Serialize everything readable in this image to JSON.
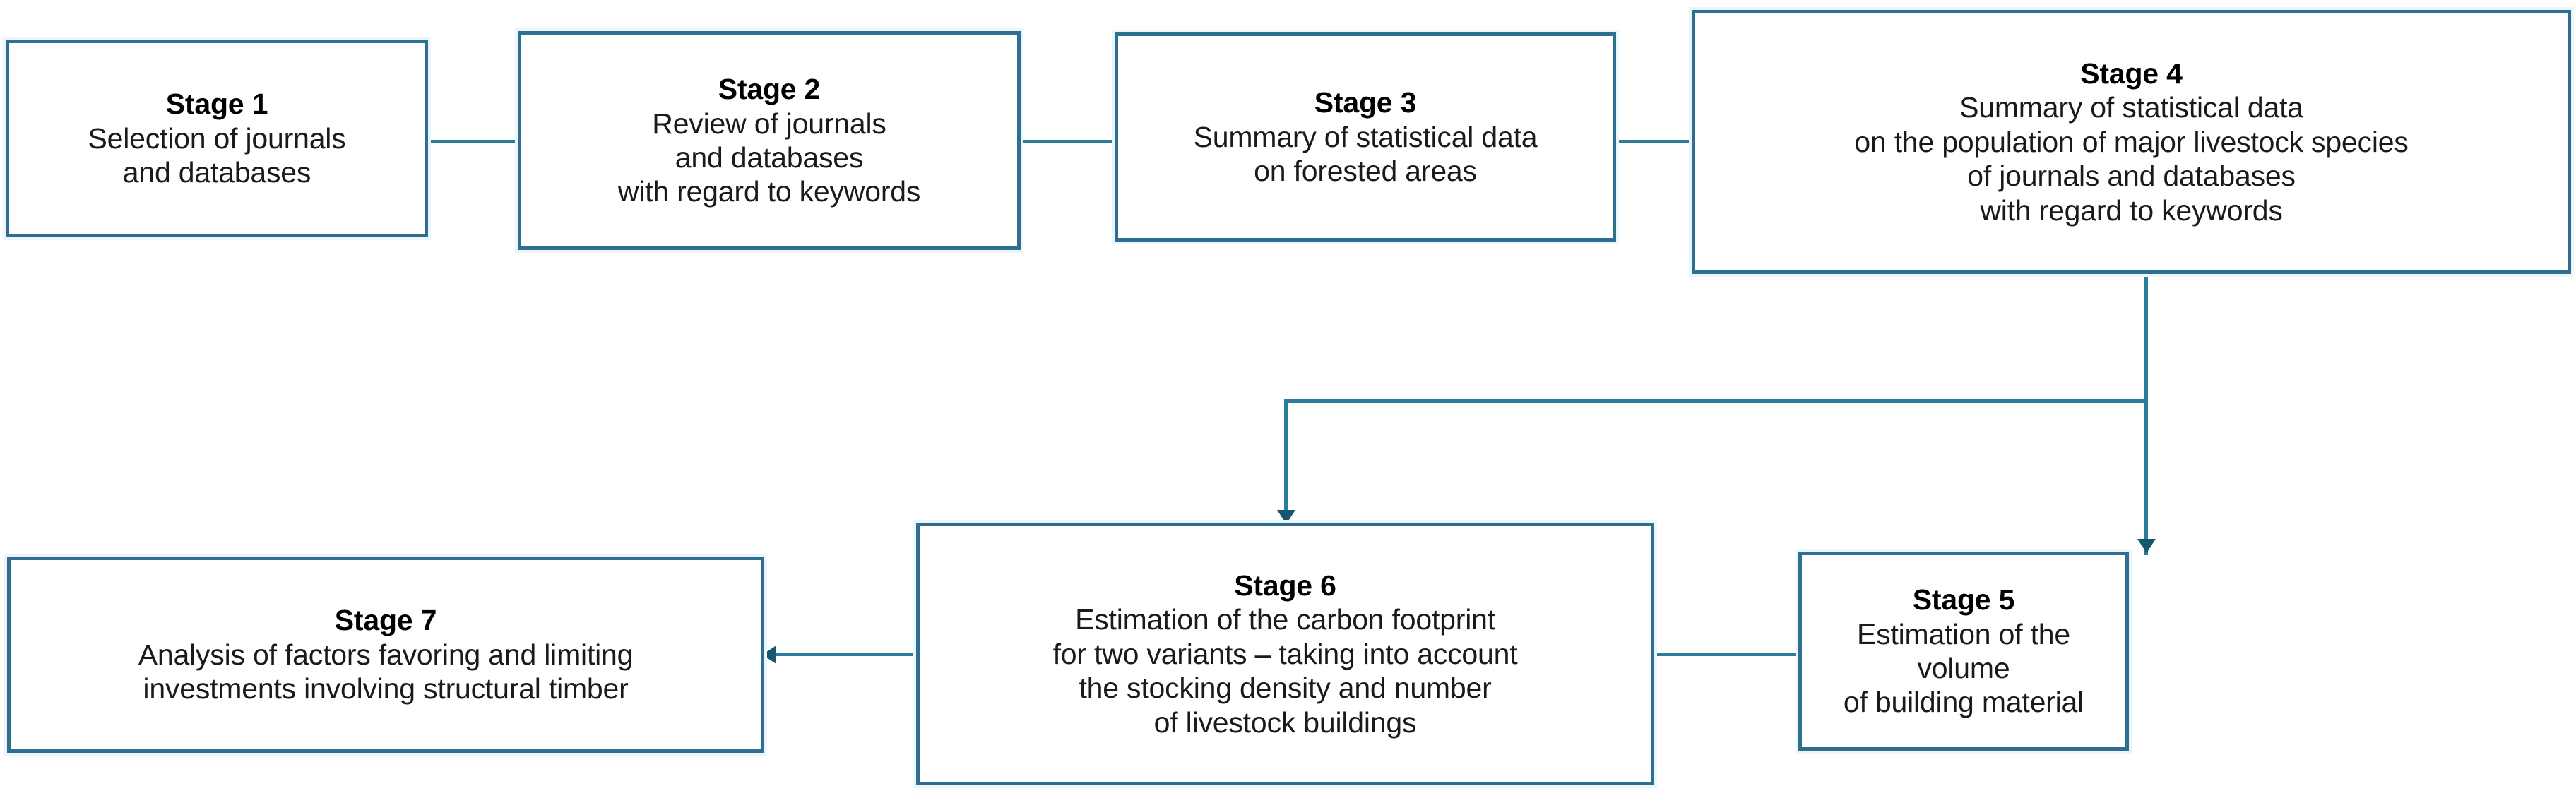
{
  "diagram": {
    "title": "Research methodology stage flowchart",
    "accent_color": "#2e6e8e",
    "connector_color": "#2c7d9b",
    "arrow_color": "#15586e",
    "background_color": "#ffffff",
    "nodes": [
      {
        "id": "stage-1",
        "title": "Stage 1",
        "body": "Selection of journals\nand databases"
      },
      {
        "id": "stage-2",
        "title": "Stage 2",
        "body": "Review of journals\nand databases\nwith regard to keywords"
      },
      {
        "id": "stage-3",
        "title": "Stage 3",
        "body": "Summary of statistical data\non forested areas"
      },
      {
        "id": "stage-4",
        "title": "Stage 4",
        "body": "Summary of statistical data\non the population of major livestock species\nof journals and databases\nwith regard to keywords"
      },
      {
        "id": "stage-5",
        "title": "Stage 5",
        "body": "Estimation of the volume\nof building material"
      },
      {
        "id": "stage-6",
        "title": "Stage 6",
        "body": "Estimation of the carbon footprint\nfor two variants – taking into account\nthe stocking density and number\nof livestock buildings"
      },
      {
        "id": "stage-7",
        "title": "Stage 7",
        "body": "Analysis of factors favoring and limiting\ninvestments involving structural timber"
      }
    ],
    "edges": [
      {
        "id": "edge-1-2",
        "from": "stage-1",
        "to": "stage-2",
        "direction": "right"
      },
      {
        "id": "edge-2-3",
        "from": "stage-2",
        "to": "stage-3",
        "direction": "right"
      },
      {
        "id": "edge-3-4",
        "from": "stage-3",
        "to": "stage-4",
        "direction": "right"
      },
      {
        "id": "edge-4-5",
        "from": "stage-4",
        "to": "stage-5",
        "direction": "down"
      },
      {
        "id": "edge-4-6",
        "from": "stage-4",
        "to": "stage-6",
        "direction": "down"
      },
      {
        "id": "edge-5-6",
        "from": "stage-5",
        "to": "stage-6",
        "direction": "left"
      },
      {
        "id": "edge-6-7",
        "from": "stage-6",
        "to": "stage-7",
        "direction": "left"
      }
    ]
  }
}
